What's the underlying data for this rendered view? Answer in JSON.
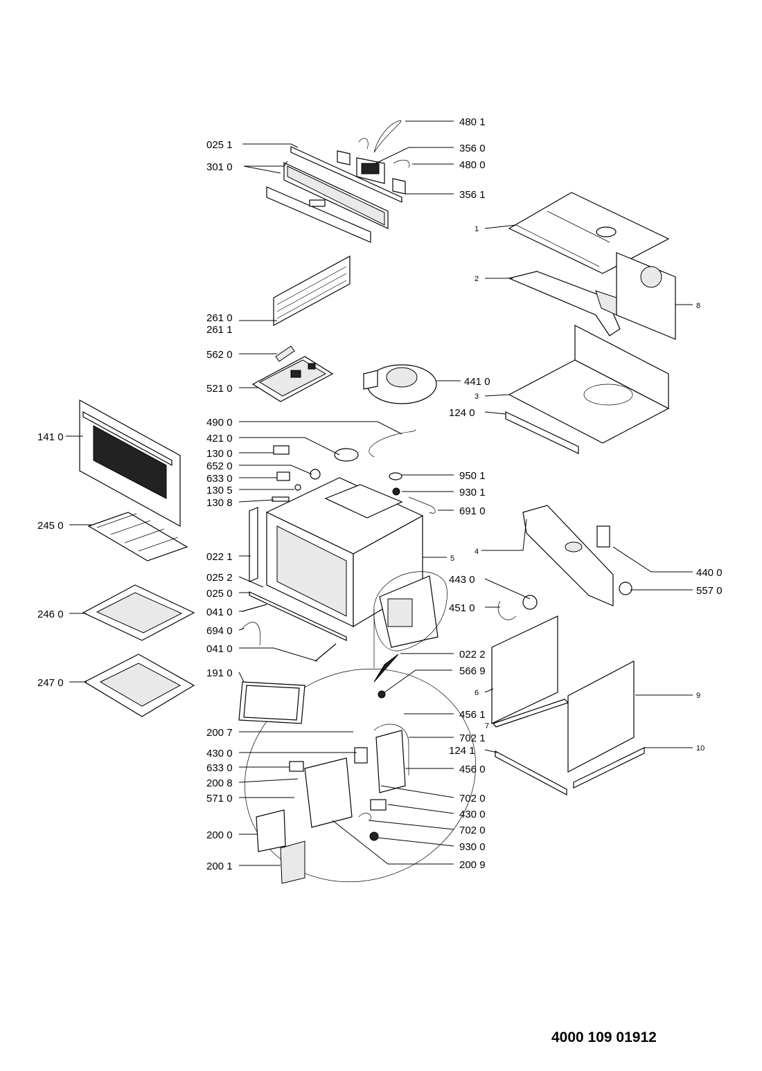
{
  "document_number": "4000 109 01912",
  "callouts": {
    "p4801": "480 1",
    "p0251": "025 1",
    "p3560": "356 0",
    "p3010": "301 0",
    "p4800": "480 0",
    "p3561": "356 1",
    "p1": "1",
    "p2": "2",
    "p2610": "261 0",
    "p2611": "261 1",
    "p5620": "562 0",
    "p5210": "521 0",
    "p4410": "441 0",
    "p3": "3",
    "p1240": "124 0",
    "p4900": "490 0",
    "p1410": "141 0",
    "p4210": "421 0",
    "p1300": "130 0",
    "p6520": "652 0",
    "p6330a": "633 0",
    "p1305": "130 5",
    "p1308": "130 8",
    "p9501": "950 1",
    "p9301": "930 1",
    "p6910": "691 0",
    "p2450": "245 0",
    "p0221": "022 1",
    "p5": "5",
    "p4": "4",
    "p8": "8",
    "p4400": "440 0",
    "p0252": "025 2",
    "p0250": "025 0",
    "p4430": "443 0",
    "p5570": "557 0",
    "p2460": "246 0",
    "p0410a": "041 0",
    "p4510": "451 0",
    "p6940": "694 0",
    "p0410b": "041 0",
    "p0222": "022 2",
    "p1910": "191 0",
    "p5669": "566 9",
    "p2470": "247 0",
    "p6": "6",
    "p9": "9",
    "p4561": "456 1",
    "p7": "7",
    "p2007": "200 7",
    "p7021": "702 1",
    "p1241": "124 1",
    "p10": "10",
    "p4300a": "430 0",
    "p6330b": "633 0",
    "p4560": "456 0",
    "p2008": "200 8",
    "p7020a": "702 0",
    "p5710": "571 0",
    "p4300b": "430 0",
    "p2000": "200 0",
    "p7020b": "702 0",
    "p9300": "930 0",
    "p2001": "200 1",
    "p2009": "200 9"
  },
  "colors": {
    "ink": "#000000",
    "paper": "#ffffff"
  }
}
